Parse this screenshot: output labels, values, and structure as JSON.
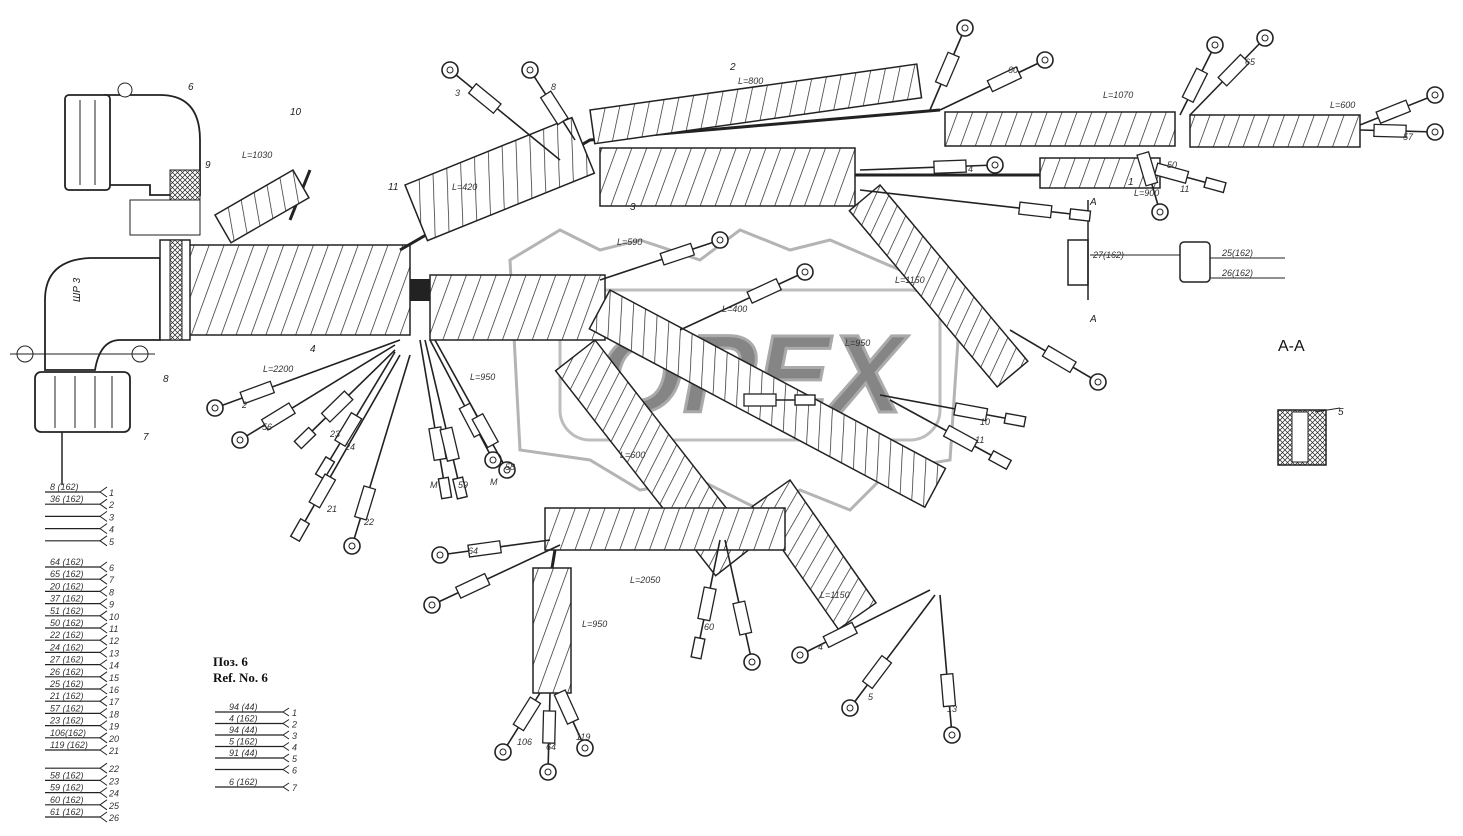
{
  "watermark": "OPEX",
  "section_label": "A-A",
  "section_marker": "A",
  "position_title": "Поз. 6",
  "position_title_en": "Ref. No. 6",
  "connector_label": "ШР 3",
  "callouts": [
    "6",
    "9",
    "10",
    "11",
    "8",
    "7",
    "5",
    "1",
    "2",
    "3",
    "4"
  ],
  "length_marks": [
    "L=1030",
    "L=420",
    "L=590",
    "L=800",
    "L=1070",
    "L=600",
    "L=900",
    "L=1150",
    "L=400",
    "L=950",
    "L=2200",
    "L=950",
    "L=600",
    "L=2050",
    "L=1150",
    "L=950"
  ],
  "wire_marks": [
    "60",
    "65",
    "57",
    "50",
    "4",
    "11",
    "27(162)",
    "25(162)",
    "26(162)",
    "10",
    "11",
    "2",
    "56",
    "23",
    "24",
    "21",
    "22",
    "M",
    "59",
    "M",
    "58",
    "64",
    "60",
    "4",
    "5",
    "13",
    "106",
    "64",
    "119",
    "3",
    "8"
  ],
  "terminal_list": [
    {
      "wire": "8 (162)",
      "pin": "1"
    },
    {
      "wire": "36 (162)",
      "pin": "2"
    },
    {
      "wire": "",
      "pin": "3"
    },
    {
      "wire": "",
      "pin": "4"
    },
    {
      "wire": "",
      "pin": "5"
    },
    {
      "wire": "64 (162)",
      "pin": "6"
    },
    {
      "wire": "65 (162)",
      "pin": "7"
    },
    {
      "wire": "20 (162)",
      "pin": "8"
    },
    {
      "wire": "37 (162)",
      "pin": "9"
    },
    {
      "wire": "51 (162)",
      "pin": "10"
    },
    {
      "wire": "50 (162)",
      "pin": "11"
    },
    {
      "wire": "22 (162)",
      "pin": "12"
    },
    {
      "wire": "24 (162)",
      "pin": "13"
    },
    {
      "wire": "27 (162)",
      "pin": "14"
    },
    {
      "wire": "26 (162)",
      "pin": "15"
    },
    {
      "wire": "25 (162)",
      "pin": "16"
    },
    {
      "wire": "21 (162)",
      "pin": "17"
    },
    {
      "wire": "57 (162)",
      "pin": "18"
    },
    {
      "wire": "23 (162)",
      "pin": "19"
    },
    {
      "wire": "106(162)",
      "pin": "20"
    },
    {
      "wire": "119 (162)",
      "pin": "21"
    },
    {
      "wire": "",
      "pin": "22"
    },
    {
      "wire": "58 (162)",
      "pin": "23"
    },
    {
      "wire": "59 (162)",
      "pin": "24"
    },
    {
      "wire": "60 (162)",
      "pin": "25"
    },
    {
      "wire": "61 (162)",
      "pin": "26"
    }
  ],
  "position_list": [
    {
      "wire": "94 (44)",
      "pin": "1"
    },
    {
      "wire": "4 (162)",
      "pin": "2"
    },
    {
      "wire": "94 (44)",
      "pin": "3"
    },
    {
      "wire": "5 (162)",
      "pin": "4"
    },
    {
      "wire": "91 (44)",
      "pin": "5"
    },
    {
      "wire": "",
      "pin": "6"
    },
    {
      "wire": "6 (162)",
      "pin": "7"
    }
  ]
}
